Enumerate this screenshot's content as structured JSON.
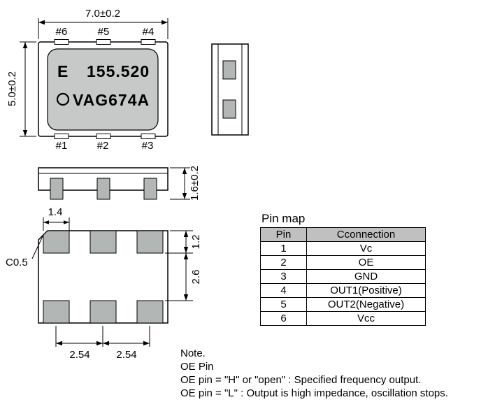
{
  "colors": {
    "body_fill": "#c6c9c8",
    "pad_fill": "#b2b6b5",
    "table_header_bg": "#c0c0c0",
    "line": "#000000"
  },
  "top_view": {
    "dim_width": "7.0±0.2",
    "dim_height": "5.0±0.2",
    "pin_labels_top": {
      "left": "#6",
      "center": "#5",
      "right": "#4"
    },
    "pin_labels_bottom": {
      "left": "#1",
      "center": "#2",
      "right": "#3"
    },
    "marking": {
      "line1_left": "E",
      "line1_right": "155.520",
      "line2": "VAG674A"
    }
  },
  "front_view": {
    "dim_height": "1.6±0.2"
  },
  "bottom_view": {
    "dim_pad_width": "1.4",
    "dim_edge_to_pad": "1.2",
    "dim_pad_gap": "2.6",
    "dim_pitch_left": "2.54",
    "dim_pitch_right": "2.54",
    "chamfer": "C0.5"
  },
  "pin_map": {
    "title": "Pin map",
    "header": {
      "pin": "Pin",
      "connection": "Cconnection"
    },
    "rows": [
      {
        "pin": "1",
        "connection": "Vc"
      },
      {
        "pin": "2",
        "connection": "OE"
      },
      {
        "pin": "3",
        "connection": "GND"
      },
      {
        "pin": "4",
        "connection": "OUT1(Positive)"
      },
      {
        "pin": "5",
        "connection": "OUT2(Negative)"
      },
      {
        "pin": "6",
        "connection": "Vcc"
      }
    ]
  },
  "note": {
    "line1": "Note.",
    "line2": "OE Pin",
    "line3": "OE pin = \"H\" or \"open\" : Specified frequency output.",
    "line4": "OE pin = \"L\" : Output is high impedance, oscillation stops."
  }
}
